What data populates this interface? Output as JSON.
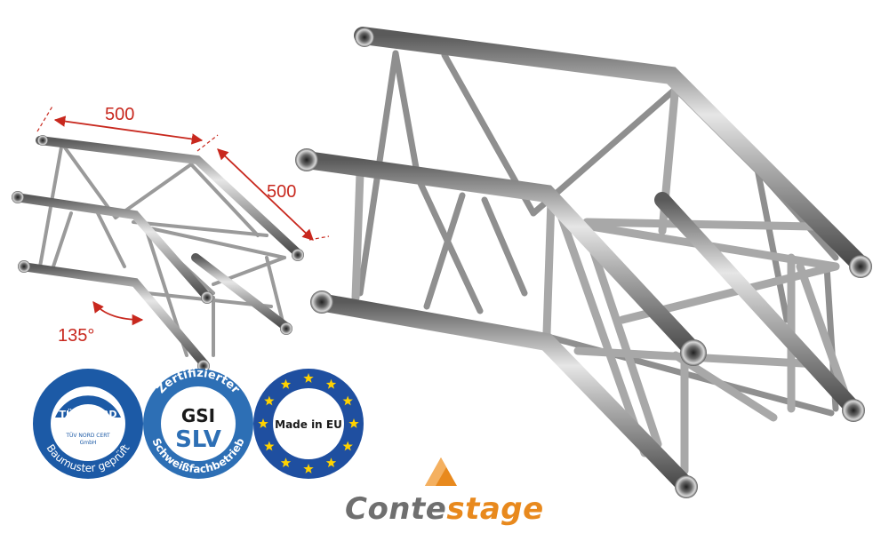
{
  "dimensions": {
    "length_a": "500",
    "length_b": "500",
    "angle": "135°"
  },
  "seals": {
    "tuv": {
      "logo": "TÜV NORD",
      "line1": "TÜV NORD CERT",
      "line2": "GmbH",
      "ring": "Baumuster geprüft"
    },
    "gsi": {
      "ring_top": "Zertifizierter",
      "logo_top": "GSI",
      "logo_bottom": "SLV",
      "ring_bottom": "Schweißfachbetrieb"
    },
    "eu": {
      "label": "Made in EU"
    }
  },
  "brand": {
    "part1": "Conte",
    "part2": "stage"
  },
  "colors": {
    "dimension_red": "#c8281e",
    "tuv_blue": "#1c5aa6",
    "gsi_blue": "#2d6fb5",
    "eu_blue": "#1f4fa0",
    "eu_star": "#ffd200",
    "brand_grey": "#6f6f6f",
    "brand_orange": "#e8891d"
  }
}
